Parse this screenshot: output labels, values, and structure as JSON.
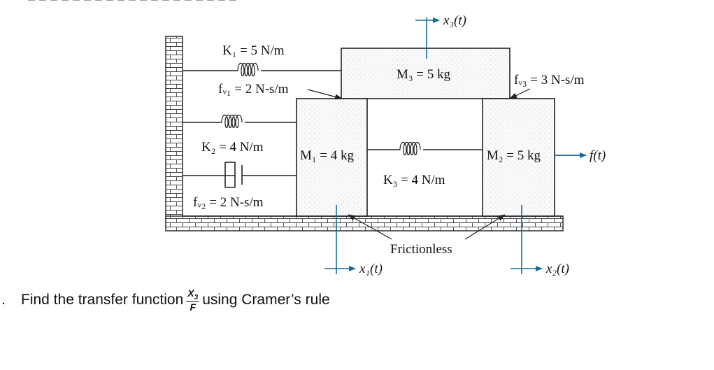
{
  "labels": {
    "k1": "K₁ = 5 N/m",
    "fv1": "fᵥ₁ = 2 N-s/m",
    "k2": "K₂ = 4 N/m",
    "fv2": "fᵥ₂ = 2 N-s/m",
    "m3": "M₃ = 5 kg",
    "fv3": "fᵥ₃ = 3 N-s/m",
    "m1": "M₁ = 4 kg",
    "k3": "K₃ = 4 N/m",
    "m2": "M₂ = 5 kg",
    "force": "f(t)",
    "x1": "x₁(t)",
    "x2": "x₂(t)",
    "x3": "x₃(t)",
    "frictionless": "Frictionless"
  },
  "question": {
    "bullet": ".",
    "prefix": "Find the transfer function",
    "numerator": "X",
    "numerator_sub": "3",
    "denominator": "F",
    "suffix": "using Cramer’s rule"
  },
  "colors": {
    "axis": "#1a6a96",
    "ink": "#222222",
    "stipple": "#d9d9d9"
  }
}
